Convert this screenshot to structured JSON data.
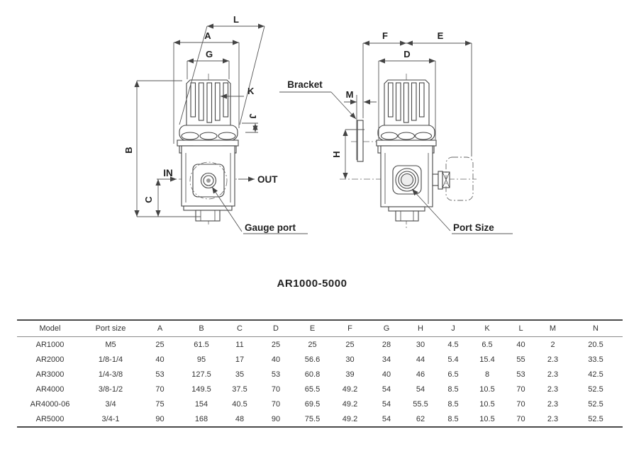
{
  "title": "AR1000-5000",
  "drawing": {
    "left_view": {
      "dims": {
        "L": "L",
        "A": "A",
        "G": "G",
        "K": "K",
        "J": "J",
        "B": "B",
        "C": "C"
      },
      "labels": {
        "in": "IN",
        "out": "OUT",
        "gauge_port": "Gauge port"
      }
    },
    "right_view": {
      "dims": {
        "F": "F",
        "E": "E",
        "D": "D",
        "M": "M",
        "H": "H"
      },
      "labels": {
        "bracket": "Bracket",
        "port_size": "Port Size"
      }
    }
  },
  "table": {
    "headers": [
      "Model",
      "Port size",
      "A",
      "B",
      "C",
      "D",
      "E",
      "F",
      "G",
      "H",
      "J",
      "K",
      "L",
      "M",
      "N"
    ],
    "rows": [
      [
        "AR1000",
        "M5",
        "25",
        "61.5",
        "11",
        "25",
        "25",
        "25",
        "28",
        "30",
        "4.5",
        "6.5",
        "40",
        "2",
        "20.5"
      ],
      [
        "AR2000",
        "1/8-1/4",
        "40",
        "95",
        "17",
        "40",
        "56.6",
        "30",
        "34",
        "44",
        "5.4",
        "15.4",
        "55",
        "2.3",
        "33.5"
      ],
      [
        "AR3000",
        "1/4-3/8",
        "53",
        "127.5",
        "35",
        "53",
        "60.8",
        "39",
        "40",
        "46",
        "6.5",
        "8",
        "53",
        "2.3",
        "42.5"
      ],
      [
        "AR4000",
        "3/8-1/2",
        "70",
        "149.5",
        "37.5",
        "70",
        "65.5",
        "49.2",
        "54",
        "54",
        "8.5",
        "10.5",
        "70",
        "2.3",
        "52.5"
      ],
      [
        "AR4000-06",
        "3/4",
        "75",
        "154",
        "40.5",
        "70",
        "69.5",
        "49.2",
        "54",
        "55.5",
        "8.5",
        "10.5",
        "70",
        "2.3",
        "52.5"
      ],
      [
        "AR5000",
        "3/4-1",
        "90",
        "168",
        "48",
        "90",
        "75.5",
        "49.2",
        "54",
        "62",
        "8.5",
        "10.5",
        "70",
        "2.3",
        "52.5"
      ]
    ]
  },
  "colors": {
    "line": "#444444",
    "text": "#222222",
    "table_rule": "#4a4a4a"
  }
}
